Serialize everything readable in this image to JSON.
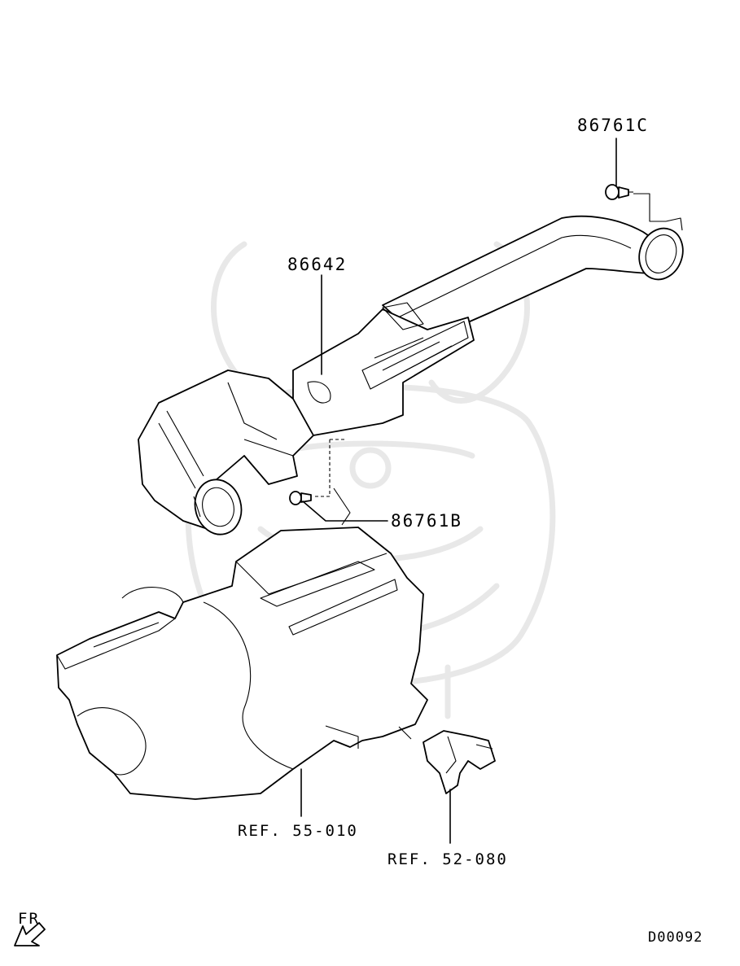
{
  "labels": {
    "duct_part": "86642",
    "clip_upper": "86761C",
    "clip_lower": "86761B",
    "ref_heater": "REF. 55-010",
    "ref_duct": "REF. 52-080",
    "front_indicator": "FR",
    "diagram_code": "D00092"
  },
  "icons": {
    "front_arrow": "arrow-down-left-icon",
    "watermark": "samurai-helmet-watermark"
  }
}
